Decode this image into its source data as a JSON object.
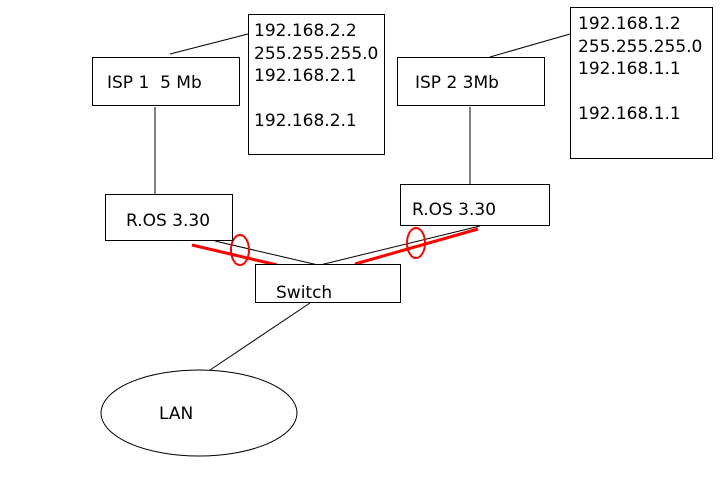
{
  "isp1": {
    "label": "ISP 1  5 Mb",
    "info": [
      "192.168.2.2",
      "255.255.255.0",
      "192.168.2.1",
      "",
      "192.168.2.1"
    ]
  },
  "isp2": {
    "label": "ISP 2 3Mb",
    "info": [
      "192.168.1.2",
      "255.255.255.0",
      "192.168.1.1",
      "",
      "192.168.1.1"
    ]
  },
  "router1": {
    "label": "R.OS 3.30"
  },
  "router2": {
    "label": "R.OS 3.30"
  },
  "switch": {
    "label": "Switch"
  },
  "lan": {
    "label": "LAN"
  },
  "colors": {
    "line": "#000000",
    "highlight": "#ff0000"
  }
}
